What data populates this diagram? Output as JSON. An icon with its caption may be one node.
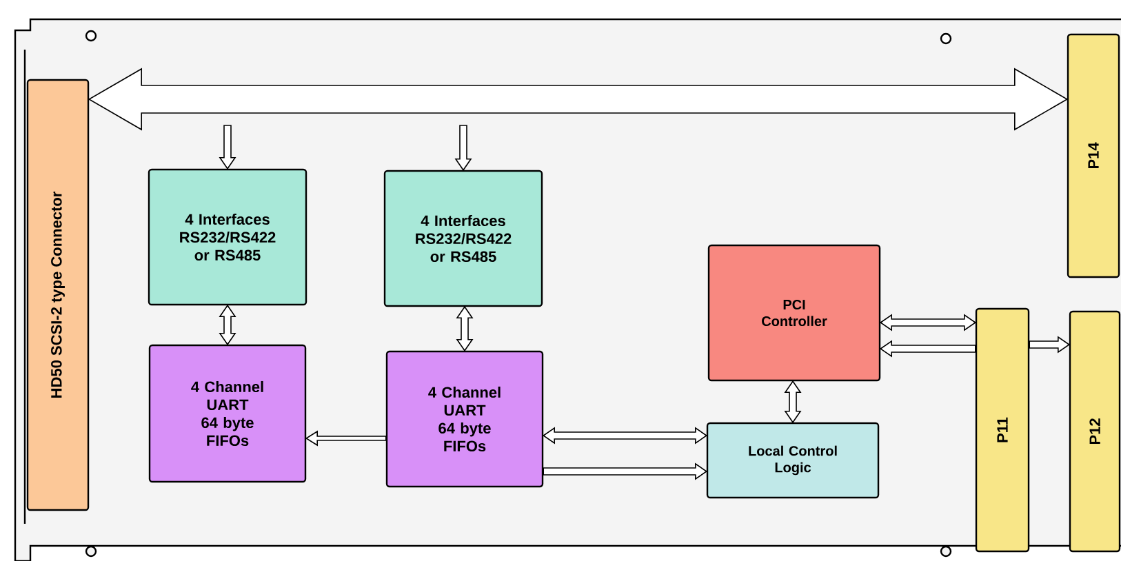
{
  "diagram": {
    "nodes": [
      {
        "text": [
          "HD50 SCSI-2 type Connector"
        ]
      },
      {
        "text": [
          "4 Interfaces RS232/RS422 or RS485"
        ]
      },
      {
        "text": [
          "4 Interfaces RS232/RS422 or RS485"
        ]
      },
      {
        "text": [
          "4 Channel UART 64 byte FIFOs"
        ]
      },
      {
        "text": [
          "4 Channel UART 64 byte FIFOs"
        ]
      },
      {
        "text": [
          "PCI Controller"
        ]
      },
      {
        "text": [
          "Local Control Logic"
        ]
      },
      {
        "text": [
          "P14"
        ]
      },
      {
        "text": [
          "P11"
        ]
      },
      {
        "text": [
          "P12"
        ]
      }
    ],
    "edges": [
      {
        "from": 0,
        "to": 7,
        "arrow": "both"
      },
      {
        "from": null,
        "to": 1,
        "arrow": "to"
      },
      {
        "from": null,
        "to": 2,
        "arrow": "to"
      },
      {
        "from": 1,
        "to": 3,
        "arrow": "both"
      },
      {
        "from": 2,
        "to": 4,
        "arrow": "both"
      },
      {
        "from": 4,
        "to": 3,
        "arrow": "to"
      },
      {
        "from": 4,
        "to": 6,
        "arrow": "both"
      },
      {
        "from": 4,
        "to": 6,
        "arrow": "to"
      },
      {
        "from": 5,
        "to": 6,
        "arrow": "both"
      },
      {
        "from": 5,
        "to": 8,
        "arrow": "both"
      },
      {
        "from": 8,
        "to": 5,
        "arrow": "to"
      },
      {
        "from": 8,
        "to": 9,
        "arrow": "to"
      }
    ]
  }
}
